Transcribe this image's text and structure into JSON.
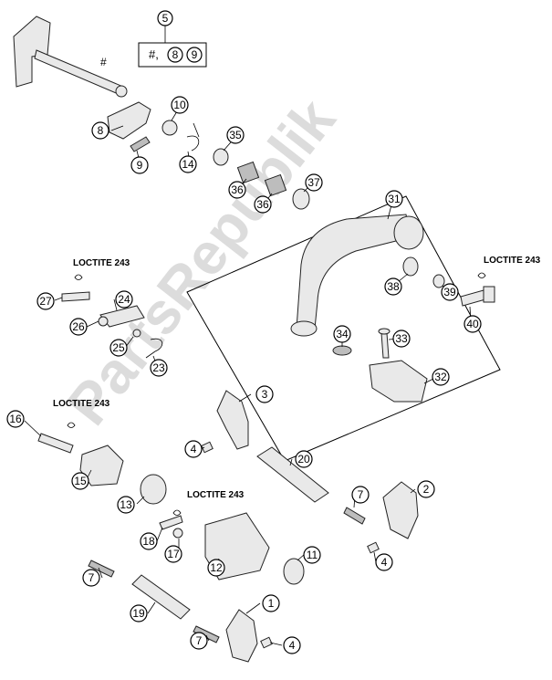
{
  "watermark": "PartsRepublik",
  "kit_callout": {
    "number": "5",
    "contents": [
      "#,",
      "8",
      "9"
    ]
  },
  "shaft_marker": "#",
  "loctite_notes": [
    {
      "id": "loctite-upper-left",
      "text": "LOCTITE 243"
    },
    {
      "id": "loctite-upper-right",
      "text": "LOCTITE 243"
    },
    {
      "id": "loctite-middle-left",
      "text": "LOCTITE 243"
    },
    {
      "id": "loctite-lower",
      "text": "LOCTITE 243"
    }
  ],
  "callouts": [
    "10",
    "8",
    "35",
    "9",
    "14",
    "36",
    "36",
    "37",
    "31",
    "39",
    "38",
    "40",
    "27",
    "24",
    "26",
    "25",
    "23",
    "34",
    "33",
    "32",
    "16",
    "3",
    "4",
    "20",
    "15",
    "7",
    "2",
    "13",
    "18",
    "17",
    "12",
    "11",
    "4",
    "7",
    "19",
    "1",
    "7",
    "4"
  ]
}
